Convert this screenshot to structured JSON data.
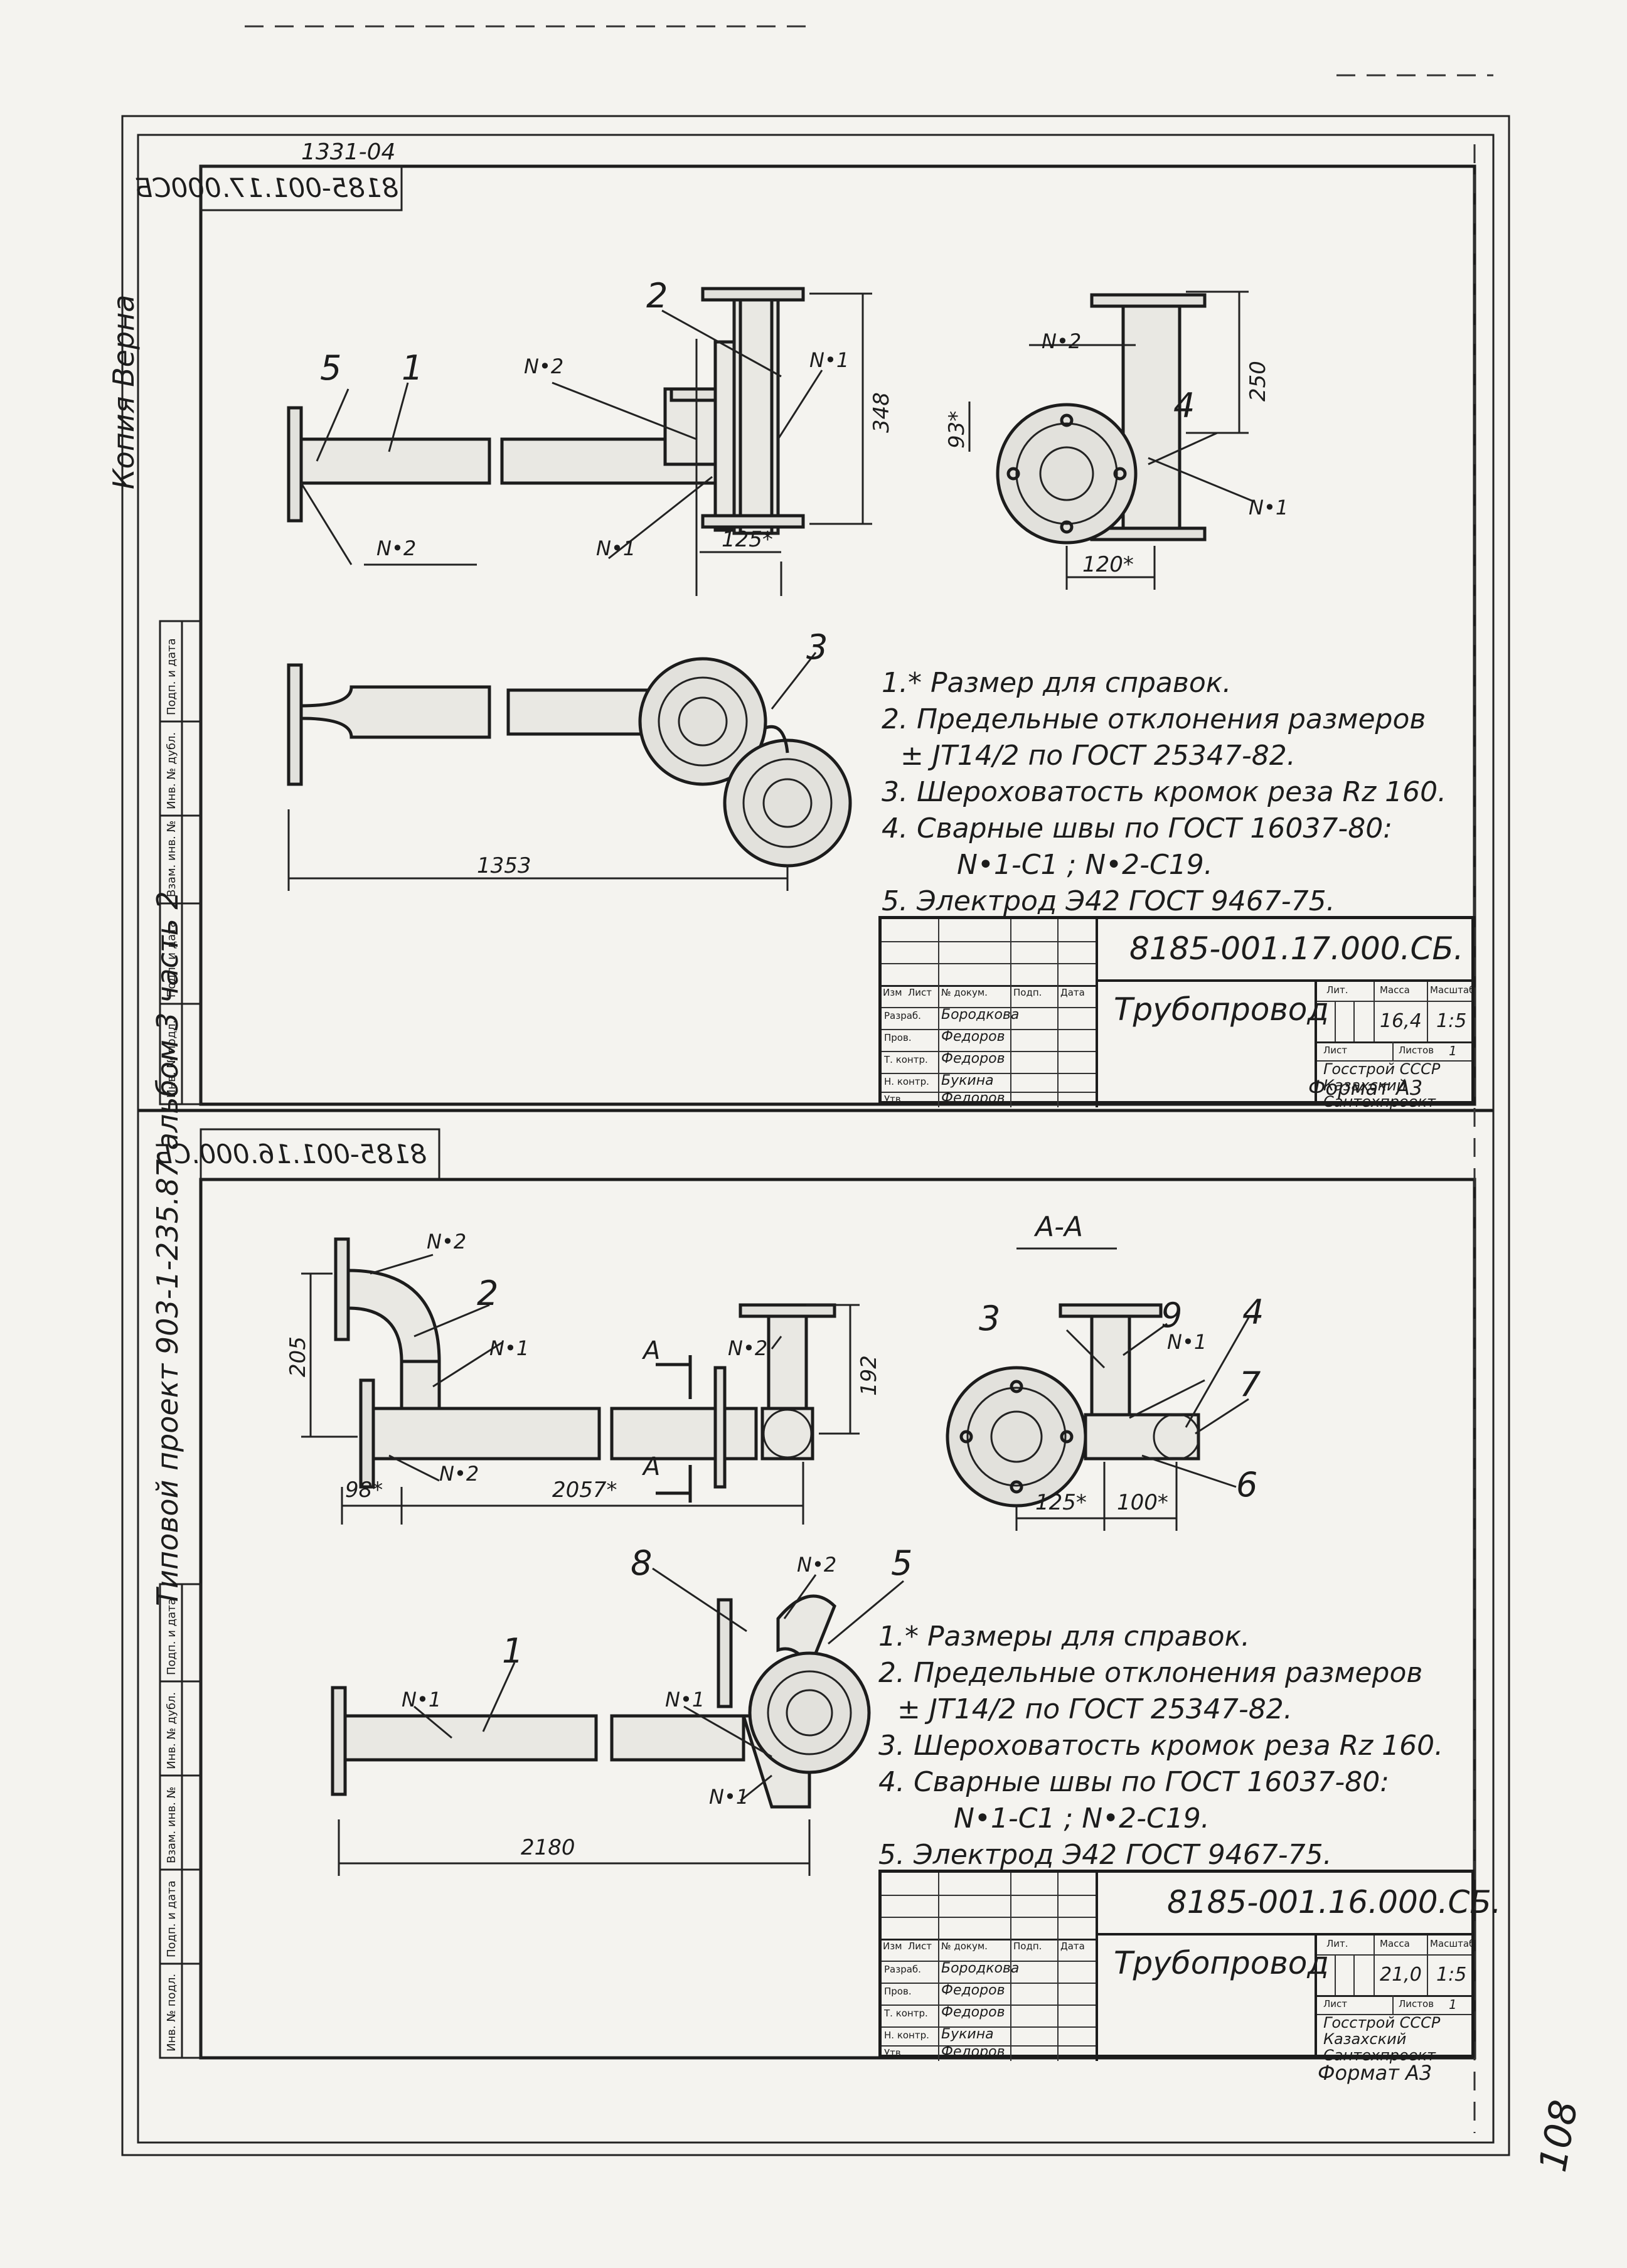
{
  "top_code": "1331-04",
  "archive_note": "Копия   Верна",
  "side_project_note": "Типовой проект 903-1-235.87 альбом 3 часть 2",
  "side_columns": [
    "Подп. и дата",
    "Инв. № дубл.",
    "Взам. инв. №",
    "Подп. и дата",
    "Инв. № подл."
  ],
  "sheets": [
    {
      "mirror_code": "8185-001.17.000СБ",
      "callouts": {
        "p1": "1",
        "p2": "2",
        "p3": "3",
        "p4": "4",
        "p5": "5",
        "w1a": "N•1",
        "w1b": "N•1",
        "w1c": "N•1",
        "w2a": "N•2",
        "w2b": "N•2",
        "w2c": "N•2"
      },
      "dims": {
        "d348": "348",
        "d125": "125*",
        "d93": "93*",
        "d250": "250",
        "d120": "120*",
        "d1353": "1353"
      },
      "notes": [
        "1.* Размер для справок.",
        "2. Предельные отклонения размеров",
        "± JT14/2 по ГОСТ 25347-82.",
        "3. Шероховатость кромок реза Rz 160.",
        "4. Сварные швы по ГОСТ 16037-80:",
        "N•1-C1 ;  N•2-C19.",
        "5. Электрод Э42 ГОСТ 9467-75."
      ],
      "title_block": {
        "code": "8185-001.17.000.СБ.",
        "name": "Трубопровод",
        "header": [
          "Изм",
          "Лист",
          "№ докум.",
          "Подп.",
          "Дата"
        ],
        "roles": [
          "Разраб.",
          "Пров.",
          "Т. контр.",
          "",
          "Н. контр.",
          "Утв."
        ],
        "people": [
          "Бородкова",
          "Федоров",
          "Федоров",
          "",
          "Букина",
          "Федоров"
        ],
        "lit": "Лит.",
        "mass_h": "Масса",
        "scale_h": "Масштаб",
        "mass": "16,4",
        "scale": "1:5",
        "sheet_h": "Лист",
        "sheets_h": "Листов",
        "sheets_n": "1",
        "org": [
          "Госстрой СССР",
          "Казахский",
          "Сантехпроект"
        ],
        "format": "Формат А3"
      }
    },
    {
      "mirror_code": "8185-001.16.000.СБ",
      "section": "А-А",
      "callouts": {
        "p1": "1",
        "p2": "2",
        "p3": "3",
        "p4": "4",
        "p5": "5",
        "p6": "6",
        "p7": "7",
        "p8": "8",
        "p9": "9",
        "A1": "А",
        "A2": "А",
        "w1a": "N•1",
        "w1b": "N•1",
        "w1c": "N•1",
        "w1d": "N•1",
        "w1e": "N•1",
        "w2a": "N•2",
        "w2b": "N•2",
        "w2c": "N•2",
        "w2d": "N•2"
      },
      "dims": {
        "d205": "205",
        "d192": "192",
        "d98": "98*",
        "d2057": "2057*",
        "d125": "125*",
        "d100": "100*",
        "d2180": "2180"
      },
      "notes": [
        "1.* Размеры для справок.",
        "2. Предельные отклонения размеров",
        "± JT14/2 по ГОСТ 25347-82.",
        "3. Шероховатость кромок реза Rz 160.",
        "4. Сварные швы по ГОСТ 16037-80:",
        "N•1-C1 ;  N•2-C19.",
        "5. Электрод Э42 ГОСТ 9467-75."
      ],
      "title_block": {
        "code": "8185-001.16.000.СБ.",
        "name": "Трубопровод",
        "header": [
          "Изм",
          "Лист",
          "№ докум.",
          "Подп.",
          "Дата"
        ],
        "roles": [
          "Разраб.",
          "Пров.",
          "Т. контр.",
          "",
          "Н. контр.",
          "Утв."
        ],
        "people": [
          "Бородкова",
          "Федоров",
          "Федоров",
          "",
          "Букина",
          "Федоров"
        ],
        "lit": "Лит.",
        "mass_h": "Масса",
        "scale_h": "Масштаб",
        "mass": "21,0",
        "scale": "1:5",
        "sheet_h": "Лист",
        "sheets_h": "Листов",
        "sheets_n": "1",
        "org": [
          "Госстрой СССР",
          "Казахский",
          "Сантехпроект"
        ],
        "format": "Формат А3"
      }
    }
  ],
  "page_number": "108"
}
